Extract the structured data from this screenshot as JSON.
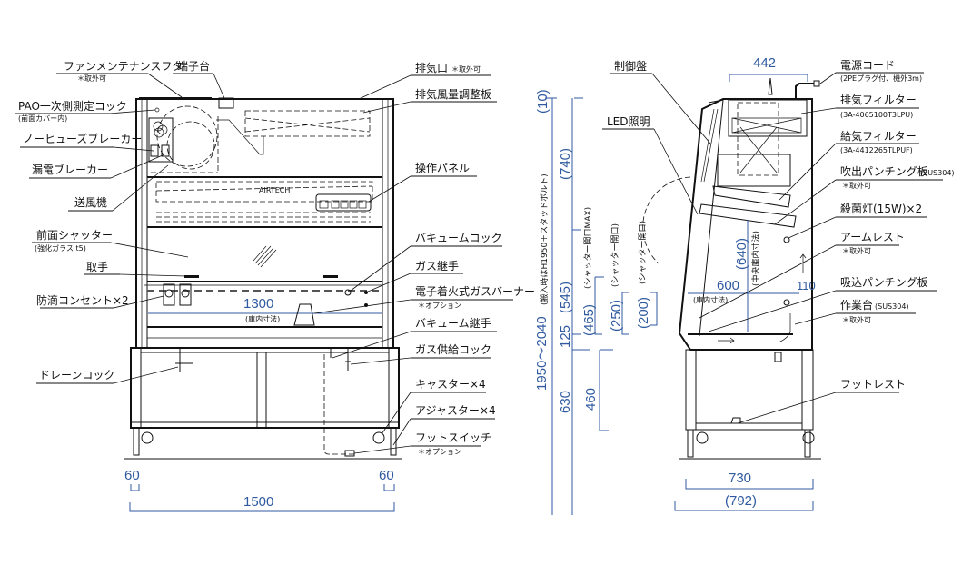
{
  "front_view": {
    "labels_left": [
      {
        "id": "fan-cover",
        "text": "ファンメンテナンスフタ",
        "note": "＊取外可"
      },
      {
        "id": "terminal",
        "text": "端子台",
        "note": ""
      },
      {
        "id": "pao-cock",
        "text": "PAO一次側測定コック",
        "note": "(前面カバー内)"
      },
      {
        "id": "no-fuse-breaker",
        "text": "ノーヒューズブレーカー",
        "note": ""
      },
      {
        "id": "earth-leakage-breaker",
        "text": "漏電ブレーカー",
        "note": ""
      },
      {
        "id": "blower",
        "text": "送風機",
        "note": ""
      },
      {
        "id": "front-shutter",
        "text": "前面シャッター",
        "note": "(強化ガラス t5)"
      },
      {
        "id": "handle",
        "text": "取手",
        "note": ""
      },
      {
        "id": "outlet",
        "text": "防滴コンセント×2",
        "note": ""
      },
      {
        "id": "drain-cock",
        "text": "ドレーンコック",
        "note": ""
      }
    ],
    "labels_right": [
      {
        "id": "exhaust-port",
        "text": "排気口",
        "note": "＊取外可"
      },
      {
        "id": "exhaust-damper",
        "text": "排気風量調整板",
        "note": ""
      },
      {
        "id": "control-panel",
        "text": "操作パネル",
        "note": ""
      },
      {
        "id": "vacuum-cock",
        "text": "バキュームコック",
        "note": ""
      },
      {
        "id": "gas-joint",
        "text": "ガス継手",
        "note": ""
      },
      {
        "id": "gas-burner",
        "text": "電子着火式ガスバーナー",
        "note": "＊オプション"
      },
      {
        "id": "vacuum-joint",
        "text": "バキューム継手",
        "note": ""
      },
      {
        "id": "gas-supply-cock",
        "text": "ガス供給コック",
        "note": ""
      },
      {
        "id": "caster",
        "text": "キャスター×4",
        "note": ""
      },
      {
        "id": "adjuster",
        "text": "アジャスター×4",
        "note": ""
      },
      {
        "id": "foot-switch",
        "text": "フットスイッチ",
        "note": "＊オプション"
      }
    ],
    "brand": "AIRTECH",
    "dims": {
      "inner_width": "1300",
      "inner_width_note": "(庫内寸法)",
      "left_margin": "60",
      "right_margin": "60",
      "overall_width": "1500"
    }
  },
  "height_dims": {
    "total": "1950〜2040",
    "total_note": "(搬入時はH1950＋スタッドボルト)",
    "top": "(10)",
    "upper": "(740)",
    "middle": "(545)",
    "work": "125",
    "base": "630",
    "shutter_max": "(465)",
    "shutter_max_note": "(シャッター開口MAX)",
    "shutter_open1": "(250)",
    "shutter_open1_note": "(シャッター開口)",
    "shutter_open2": "(200)",
    "shutter_open2_note": "(シャッター開口)",
    "stand": "460"
  },
  "side_view": {
    "labels_left": [
      {
        "id": "control-board",
        "text": "制御盤",
        "note": ""
      },
      {
        "id": "led-light",
        "text": "LED照明",
        "note": ""
      }
    ],
    "labels_right": [
      {
        "id": "power-cord",
        "text": "電源コード",
        "note": "(2PEプラグ付、機外3m)"
      },
      {
        "id": "exhaust-filter",
        "text": "排気フィルター",
        "note": "(3A-4065100T3LPU)"
      },
      {
        "id": "supply-filter",
        "text": "給気フィルター",
        "note": "(3A-4412265TLPUF)"
      },
      {
        "id": "outlet-punching",
        "text": "吹出パンチング板",
        "suffix": "(SUS304)",
        "note": "＊取外可"
      },
      {
        "id": "uv-lamp",
        "text": "殺菌灯(15W)×2",
        "note": ""
      },
      {
        "id": "arm-rest",
        "text": "アームレスト",
        "note": "＊取外可"
      },
      {
        "id": "intake-punching",
        "text": "吸込パンチング板",
        "note": ""
      },
      {
        "id": "work-table",
        "text": "作業台",
        "suffix": "(SUS304)",
        "note": "＊取外可"
      },
      {
        "id": "foot-rest",
        "text": "フットレスト",
        "note": ""
      }
    ],
    "dims": {
      "top_width": "442",
      "inner_depth": "600",
      "inner_depth_note": "(庫内寸法)",
      "inner_height": "(640)",
      "inner_height_note": "(中央庫内寸法)",
      "back_gap": "110",
      "depth": "730",
      "overall_depth": "(792)"
    }
  },
  "colors": {
    "dimension": "#2f5aa0",
    "line": "#111111",
    "background": "#ffffff"
  }
}
